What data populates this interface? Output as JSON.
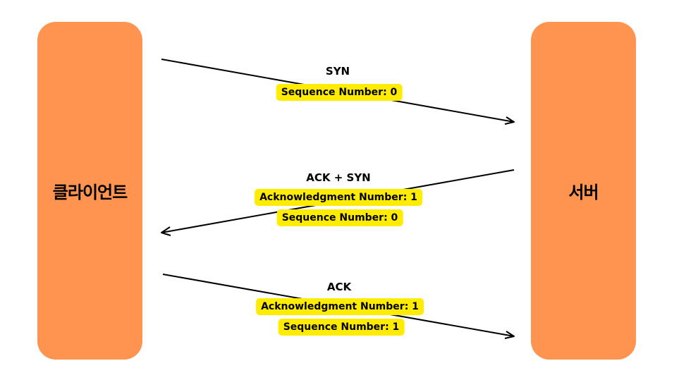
{
  "nodes": {
    "client": "클라이언트",
    "server": "서버"
  },
  "colors": {
    "node_fill": "#ff9450",
    "field_highlight": "#ffec00",
    "arrow": "#000000"
  },
  "messages": [
    {
      "direction": "client-to-server",
      "title": "SYN",
      "fields": [
        "Sequence Number: 0"
      ]
    },
    {
      "direction": "server-to-client",
      "title": "ACK + SYN",
      "fields": [
        "Acknowledgment Number: 1",
        "Sequence Number: 0"
      ]
    },
    {
      "direction": "client-to-server",
      "title": "ACK",
      "fields": [
        "Acknowledgment Number: 1",
        "Sequence Number: 1"
      ]
    }
  ]
}
